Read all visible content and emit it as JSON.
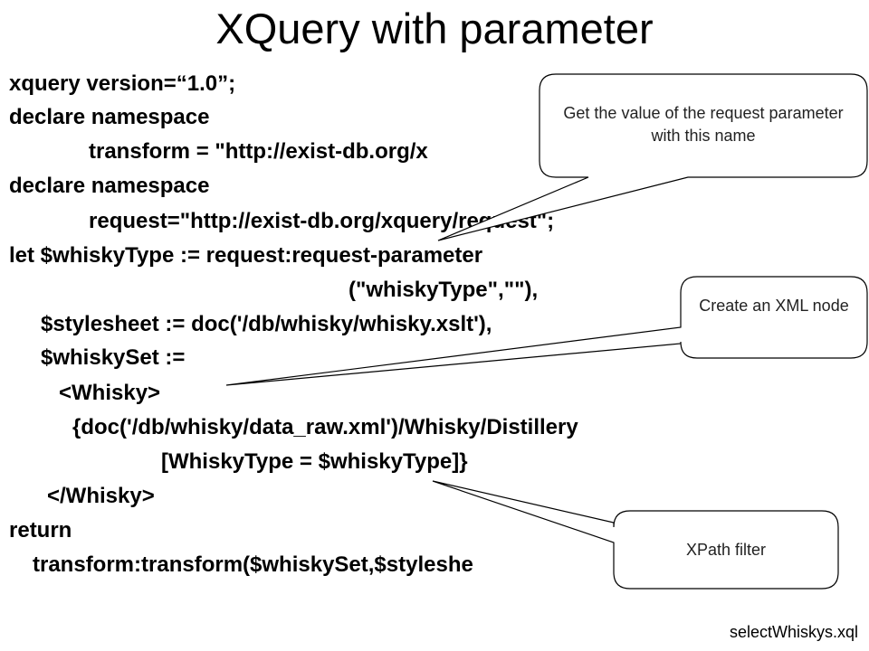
{
  "slide": {
    "title": "XQuery with parameter",
    "footer": "selectWhiskys.xql"
  },
  "code": {
    "lines": [
      "xquery version=“1.0”;",
      "declare namespace",
      "transform = \"http://exist-db.org/x",
      "declare namespace",
      "request=\"http://exist-db.org/xquery/request\";",
      "let $whiskyType := request:request-parameter",
      "(\"whiskyType\",\"\"),",
      "$stylesheet := doc('/db/whisky/whisky.xslt'),",
      "$whiskySet :=",
      "<Whisky>",
      "{doc('/db/whisky/data_raw.xml')/Whisky/Distillery",
      "[WhiskyType = $whiskyType]}",
      "</Whisky>",
      "return",
      "transform:transform($whiskySet,$styleshe"
    ]
  },
  "callouts": {
    "request_param": "Get the value of the request parameter with this name",
    "xml_node": "Create an XML node",
    "xpath_filter": "XPath filter"
  }
}
